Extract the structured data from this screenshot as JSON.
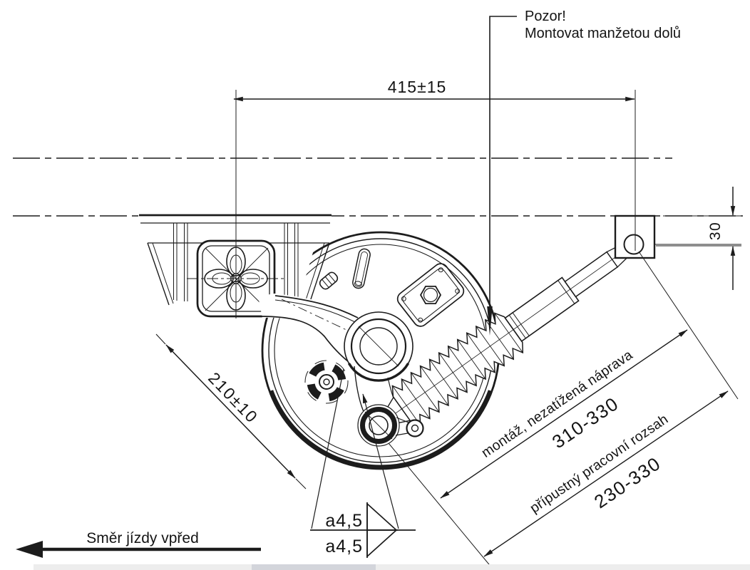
{
  "drawing": {
    "note": {
      "line1": "Pozor!",
      "line2": "Montovat manžetou dolů"
    },
    "dimensions": {
      "width_top": "415±15",
      "offset_right": "30",
      "arm_length": "210±10",
      "shock_mounting": {
        "label": "montáž, nezatížená náprava",
        "value": "310-330"
      },
      "shock_range": {
        "label": "přípustný pracovní rozsah",
        "value": "230-330"
      }
    },
    "weld": {
      "top": "a4,5",
      "bottom": "a4,5"
    },
    "direction_label": "Směr jízdy vpřed",
    "colors": {
      "line": "#1c1c1c",
      "dim_text": "#2a3040",
      "scroll_track": "#ededed",
      "scroll_thumb": "#d3d5db"
    }
  }
}
